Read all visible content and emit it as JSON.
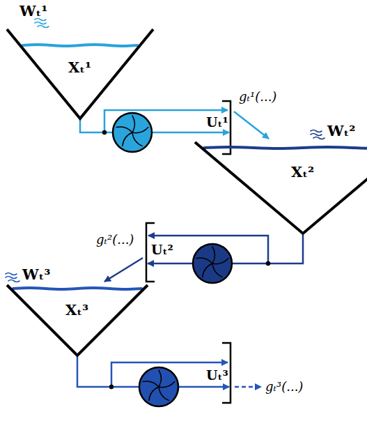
{
  "diagram": {
    "nodes": [
      {
        "text": [
          "Xₜ¹"
        ]
      },
      {
        "text": [
          "Uₜ¹"
        ]
      },
      {
        "text": [
          "Xₜ²"
        ]
      },
      {
        "text": [
          "Uₜ²"
        ]
      },
      {
        "text": [
          "Xₜ³"
        ]
      },
      {
        "text": [
          "Uₜ³"
        ]
      }
    ],
    "edges": [
      {
        "from": 0,
        "to": 1,
        "arrow": "to"
      },
      {
        "from": 1,
        "to": 2,
        "label": "gₜ¹(...)",
        "arrow": "to"
      },
      {
        "from": 2,
        "to": 3,
        "arrow": "to"
      },
      {
        "from": 3,
        "to": 4,
        "label": "gₜ²(...)",
        "arrow": "to"
      },
      {
        "from": 4,
        "to": 5,
        "arrow": "to"
      }
    ],
    "labels": [
      "Wₜ¹",
      "Wₜ²",
      "Wₜ³",
      "gₜ³(...)"
    ]
  }
}
